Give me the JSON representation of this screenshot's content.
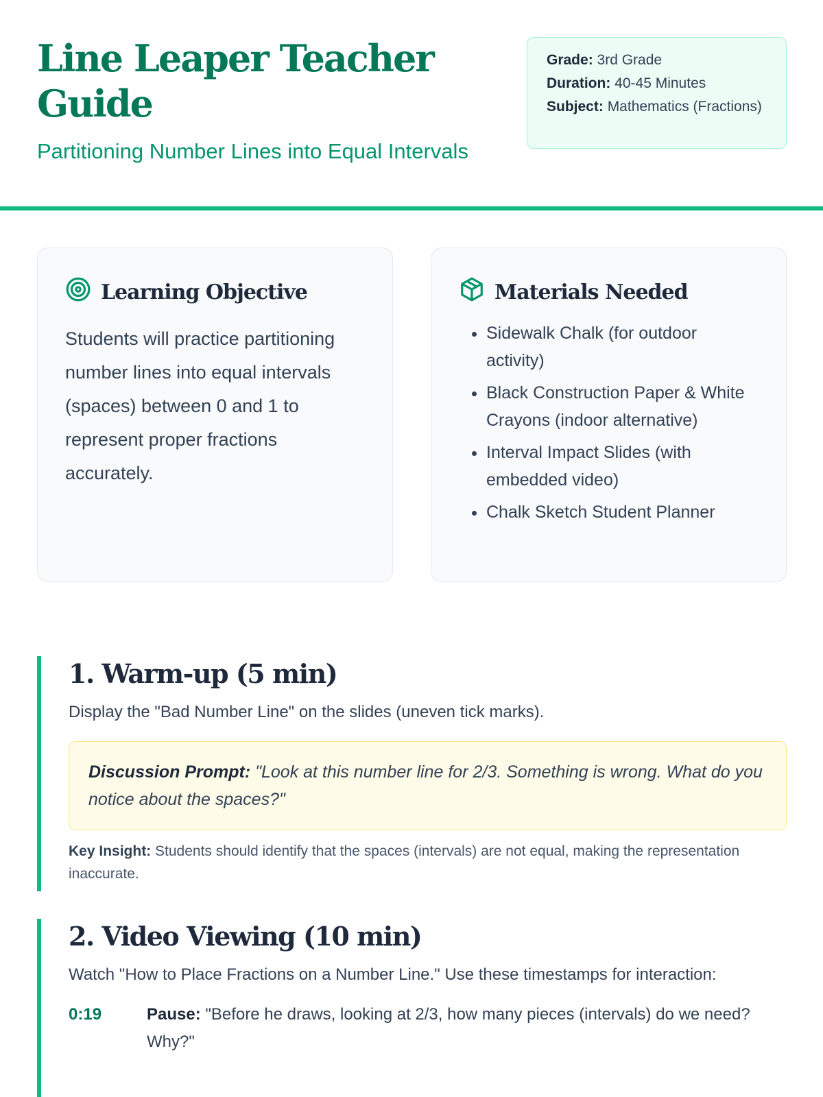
{
  "header": {
    "title": "Line Leaper Teacher Guide",
    "subtitle": "Partitioning Number Lines into Equal Intervals"
  },
  "info": {
    "grade_label": "Grade:",
    "grade": "3rd Grade",
    "duration_label": "Duration:",
    "duration": "40-45 Minutes",
    "subject_label": "Subject:",
    "subject": "Mathematics (Fractions)"
  },
  "objective": {
    "icon": "target-icon",
    "title": "Learning Objective",
    "text": "Students will practice partitioning number lines into equal intervals (spaces) between 0 and 1 to represent proper fractions accurately."
  },
  "materials": {
    "icon": "box-icon",
    "title": "Materials Needed",
    "items": [
      "Sidewalk Chalk (for outdoor activity)",
      "Black Construction Paper & White Crayons (indoor alternative)",
      "Interval Impact Slides (with embedded video)",
      "Chalk Sketch Student Planner"
    ]
  },
  "sections": [
    {
      "title": "1. Warm-up (5 min)",
      "text": "Display the \"Bad Number Line\" on the slides (uneven tick marks).",
      "prompt_label": "Discussion Prompt:",
      "prompt": "\"Look at this number line for 2/3. Something is wrong. What do you notice about the spaces?\"",
      "insight_label": "Key Insight:",
      "insight": "Students should identify that the spaces (intervals) are not equal, making the representation inaccurate."
    },
    {
      "title": "2. Video Viewing (10 min)",
      "text": "Watch \"How to Place Fractions on a Number Line.\" Use these timestamps for interaction:",
      "timestamps": [
        {
          "time": "0:19",
          "label": "Pause:",
          "text": "\"Before he draws, looking at 2/3, how many pieces (intervals) do we need? Why?\""
        }
      ]
    }
  ],
  "colors": {
    "primary": "#047857",
    "accent": "#10b981"
  }
}
